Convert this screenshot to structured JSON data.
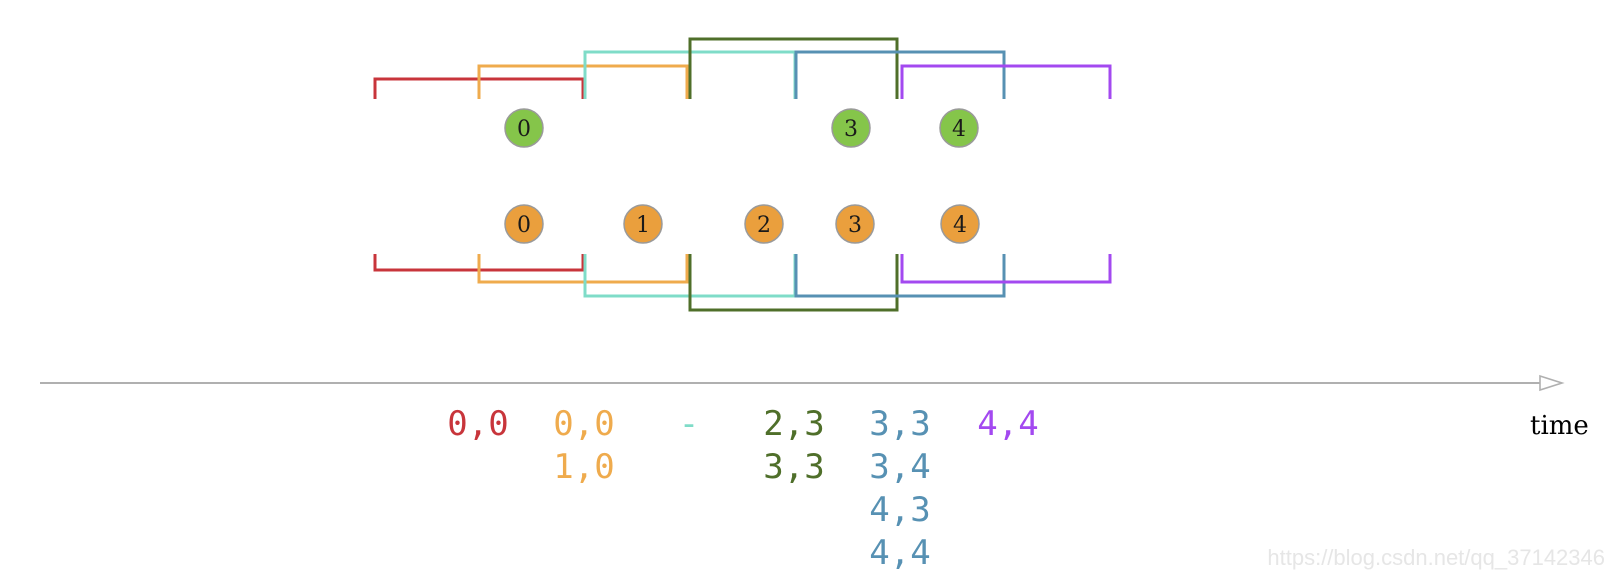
{
  "colors": {
    "window_red": "#c8353b",
    "window_orange": "#efab4d",
    "window_teal": "#7fdcc8",
    "window_green": "#4f6f2a",
    "window_blue": "#5791b3",
    "window_purple": "#a349f0",
    "circle_green": "#85c54a",
    "circle_orange": "#ea9f3d",
    "axis": "#b0b0b0"
  },
  "windows": [
    {
      "id": "red",
      "color_key": "window_red"
    },
    {
      "id": "orange",
      "color_key": "window_orange"
    },
    {
      "id": "teal",
      "color_key": "window_teal"
    },
    {
      "id": "green",
      "color_key": "window_green"
    },
    {
      "id": "blue",
      "color_key": "window_blue"
    },
    {
      "id": "purple",
      "color_key": "window_purple"
    }
  ],
  "top_stream": {
    "color_key": "circle_green",
    "values": [
      "0",
      "3",
      "4"
    ]
  },
  "bottom_stream": {
    "color_key": "circle_orange",
    "values": [
      "0",
      "1",
      "2",
      "3",
      "4"
    ]
  },
  "axis": {
    "label": "time"
  },
  "output_columns": [
    {
      "color_key": "window_red",
      "lines": [
        "0,0"
      ]
    },
    {
      "color_key": "window_orange",
      "lines": [
        "0,0",
        "1,0"
      ]
    },
    {
      "color_key": "window_teal",
      "lines": [
        "-"
      ]
    },
    {
      "color_key": "window_green",
      "lines": [
        "2,3",
        "3,3"
      ]
    },
    {
      "color_key": "window_blue",
      "lines": [
        "3,3",
        "3,4",
        "4,3",
        "4,4"
      ]
    },
    {
      "color_key": "window_purple",
      "lines": [
        "4,4"
      ]
    }
  ],
  "watermark": "https://blog.csdn.net/qq_37142346"
}
